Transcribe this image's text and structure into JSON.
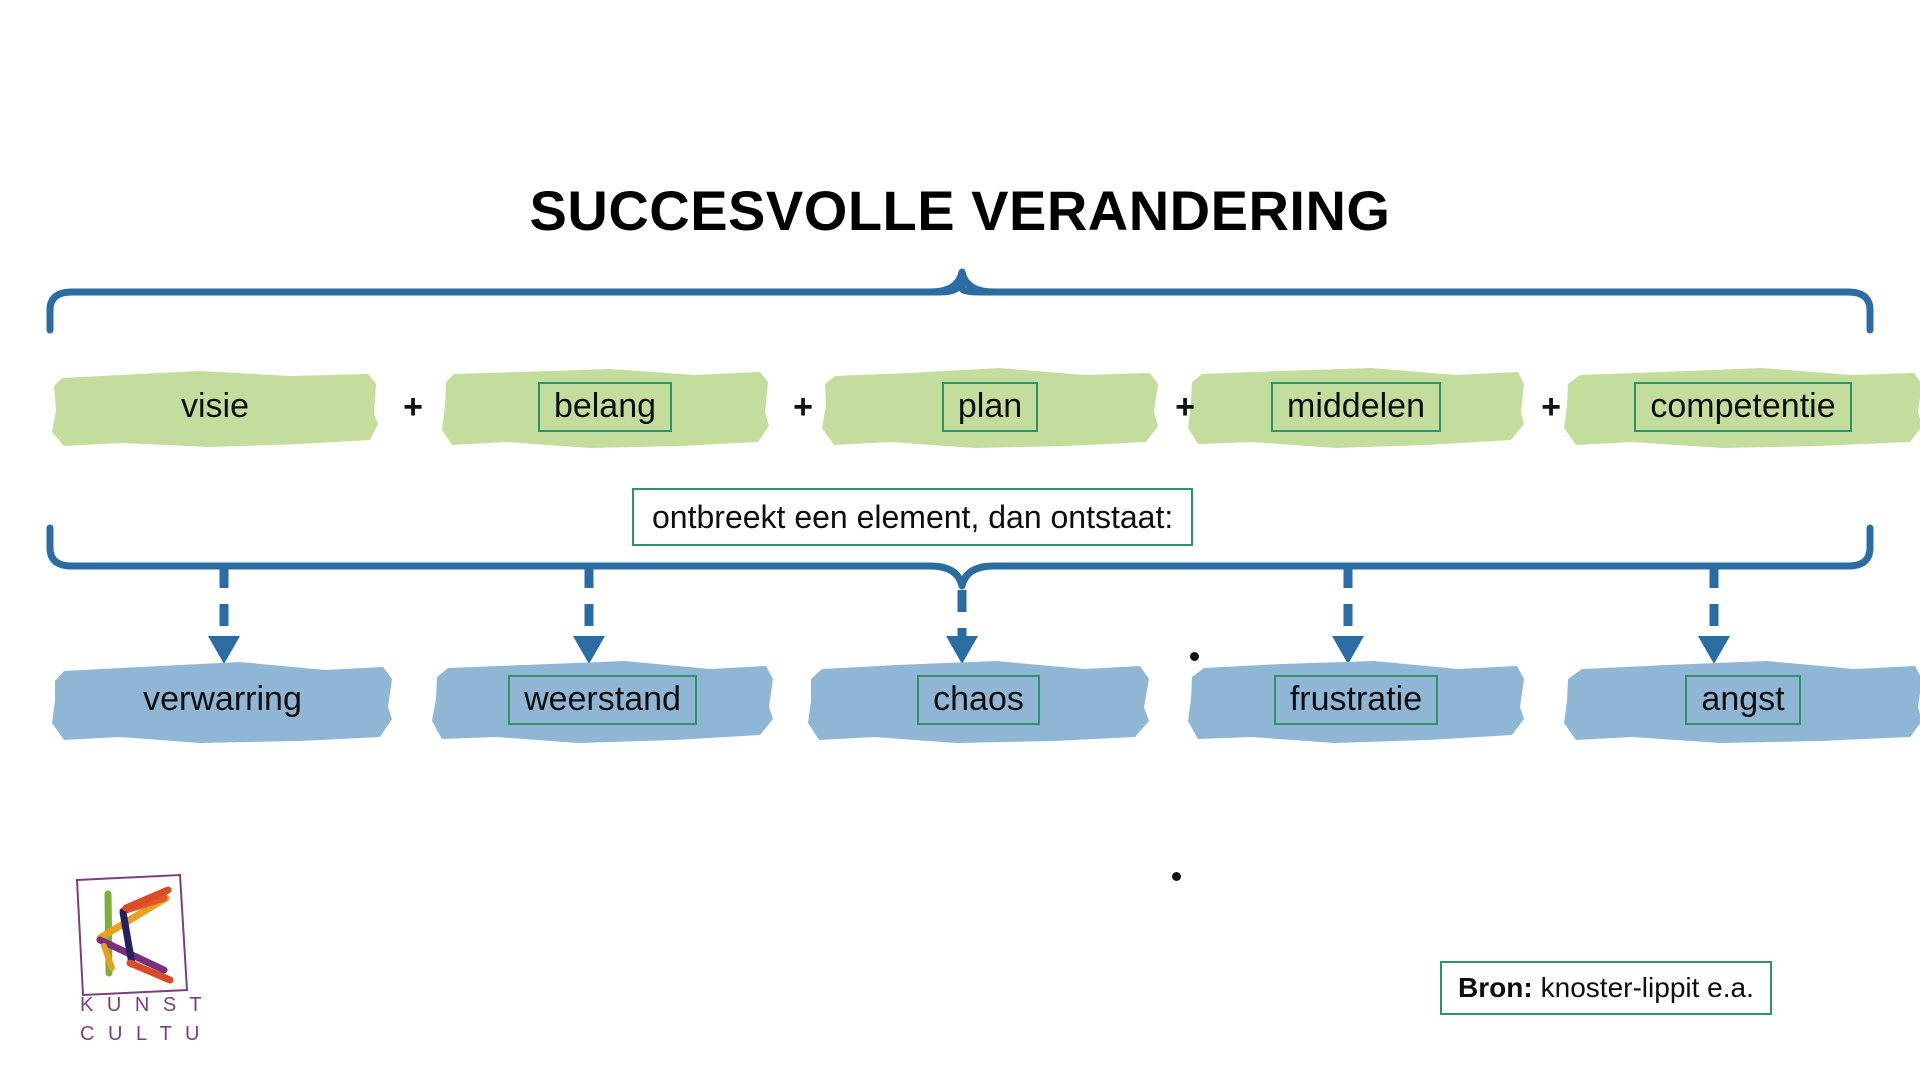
{
  "slide": {
    "title": "SUCCESVOLLE VERANDERING",
    "background_color": "#ffffff"
  },
  "colors": {
    "brace_blue": "#2b6ca3",
    "marker_green": "#c2dd9c",
    "marker_blue": "#8fb6d4",
    "box_border_green": "#2e9468",
    "text_black": "#0d0d0d",
    "logo_purple": "#7b3f7e"
  },
  "success_row": {
    "operator": "+",
    "items": [
      {
        "label": "visie",
        "boxed": false
      },
      {
        "label": "belang",
        "boxed": true
      },
      {
        "label": "plan",
        "boxed": true
      },
      {
        "label": "middelen",
        "boxed": true
      },
      {
        "label": "competentie",
        "boxed": true
      }
    ]
  },
  "caption": {
    "text": "ontbreekt een element, dan ontstaat:"
  },
  "failure_row": {
    "items": [
      {
        "label": "verwarring",
        "boxed": false
      },
      {
        "label": "weerstand",
        "boxed": true
      },
      {
        "label": "chaos",
        "boxed": true
      },
      {
        "label": "frustratie",
        "boxed": true
      },
      {
        "label": "angst",
        "boxed": true
      }
    ]
  },
  "source": {
    "label": "Bron:",
    "value": "knoster-lippit e.a."
  },
  "logo": {
    "line1": "K U N S T &",
    "line2": "C U L T U U R",
    "icon": "letter-k-mark"
  }
}
